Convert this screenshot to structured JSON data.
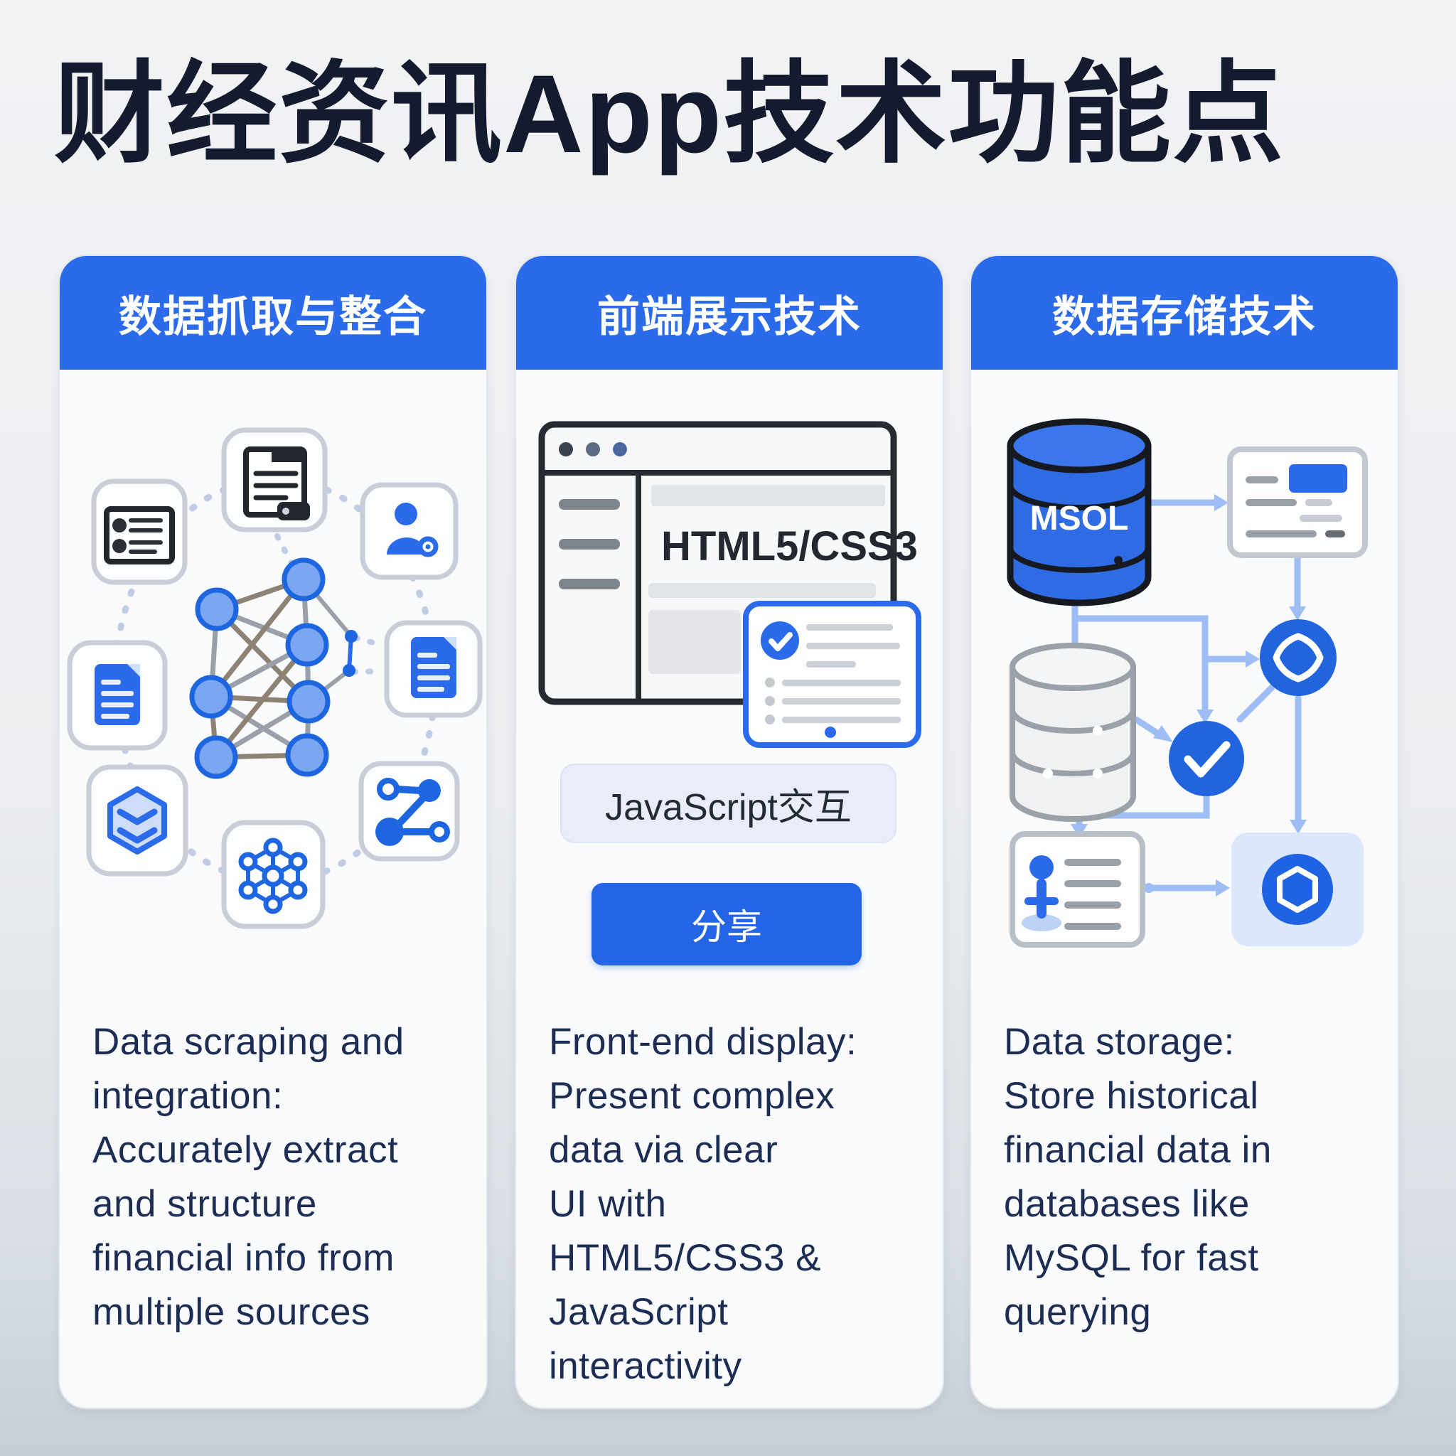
{
  "title": "财经资讯App技术功能点",
  "columns": [
    {
      "header": "数据抓取与整合",
      "icons": [
        "notes-card-icon",
        "clipboard-file-icon",
        "user-badge-icon",
        "blue-document-icon",
        "blue-document-icon",
        "layered-hexagon-icon",
        "molecule-network-icon",
        "share-nodes-icon",
        "network-graph"
      ],
      "description": "Data scraping and\nintegration:\nAccurately extract\nand structure\nfinancial info from\nmultiple sources"
    },
    {
      "header": "前端展示技术",
      "browser_label": "HTML5/CSS3",
      "pill_label": "JavaScript交互",
      "button_label": "分享",
      "icons": [
        "browser-window-icon",
        "checklist-card-icon",
        "check-circle-icon"
      ],
      "description": "Front-end display:\nPresent complex\ndata via clear\nUI with\nHTML5/CSS3 &\nJavaScript\ninteractivity"
    },
    {
      "header": "数据存储技术",
      "database_label": "MSOL",
      "icons": [
        "database-blue-icon",
        "report-card-icon",
        "database-gray-icon",
        "diamond-node-icon",
        "check-circle-icon",
        "user-list-card-icon",
        "hexagon-node-icon",
        "flow-arrows"
      ],
      "description": "Data storage:\nStore historical\nfinancial data in\ndatabases like\nMySQL for fast\nquerying"
    }
  ],
  "colors": {
    "accent_blue": "#2b6ae8",
    "button_blue": "#2465e6",
    "header_text": "#ffffff",
    "title_text": "#141b2e",
    "body_text": "#1d2c52",
    "arrow_blue": "#9dbdf4",
    "page_bg_top": "#f1f2f4",
    "page_bg_bottom": "#c6ced6"
  }
}
